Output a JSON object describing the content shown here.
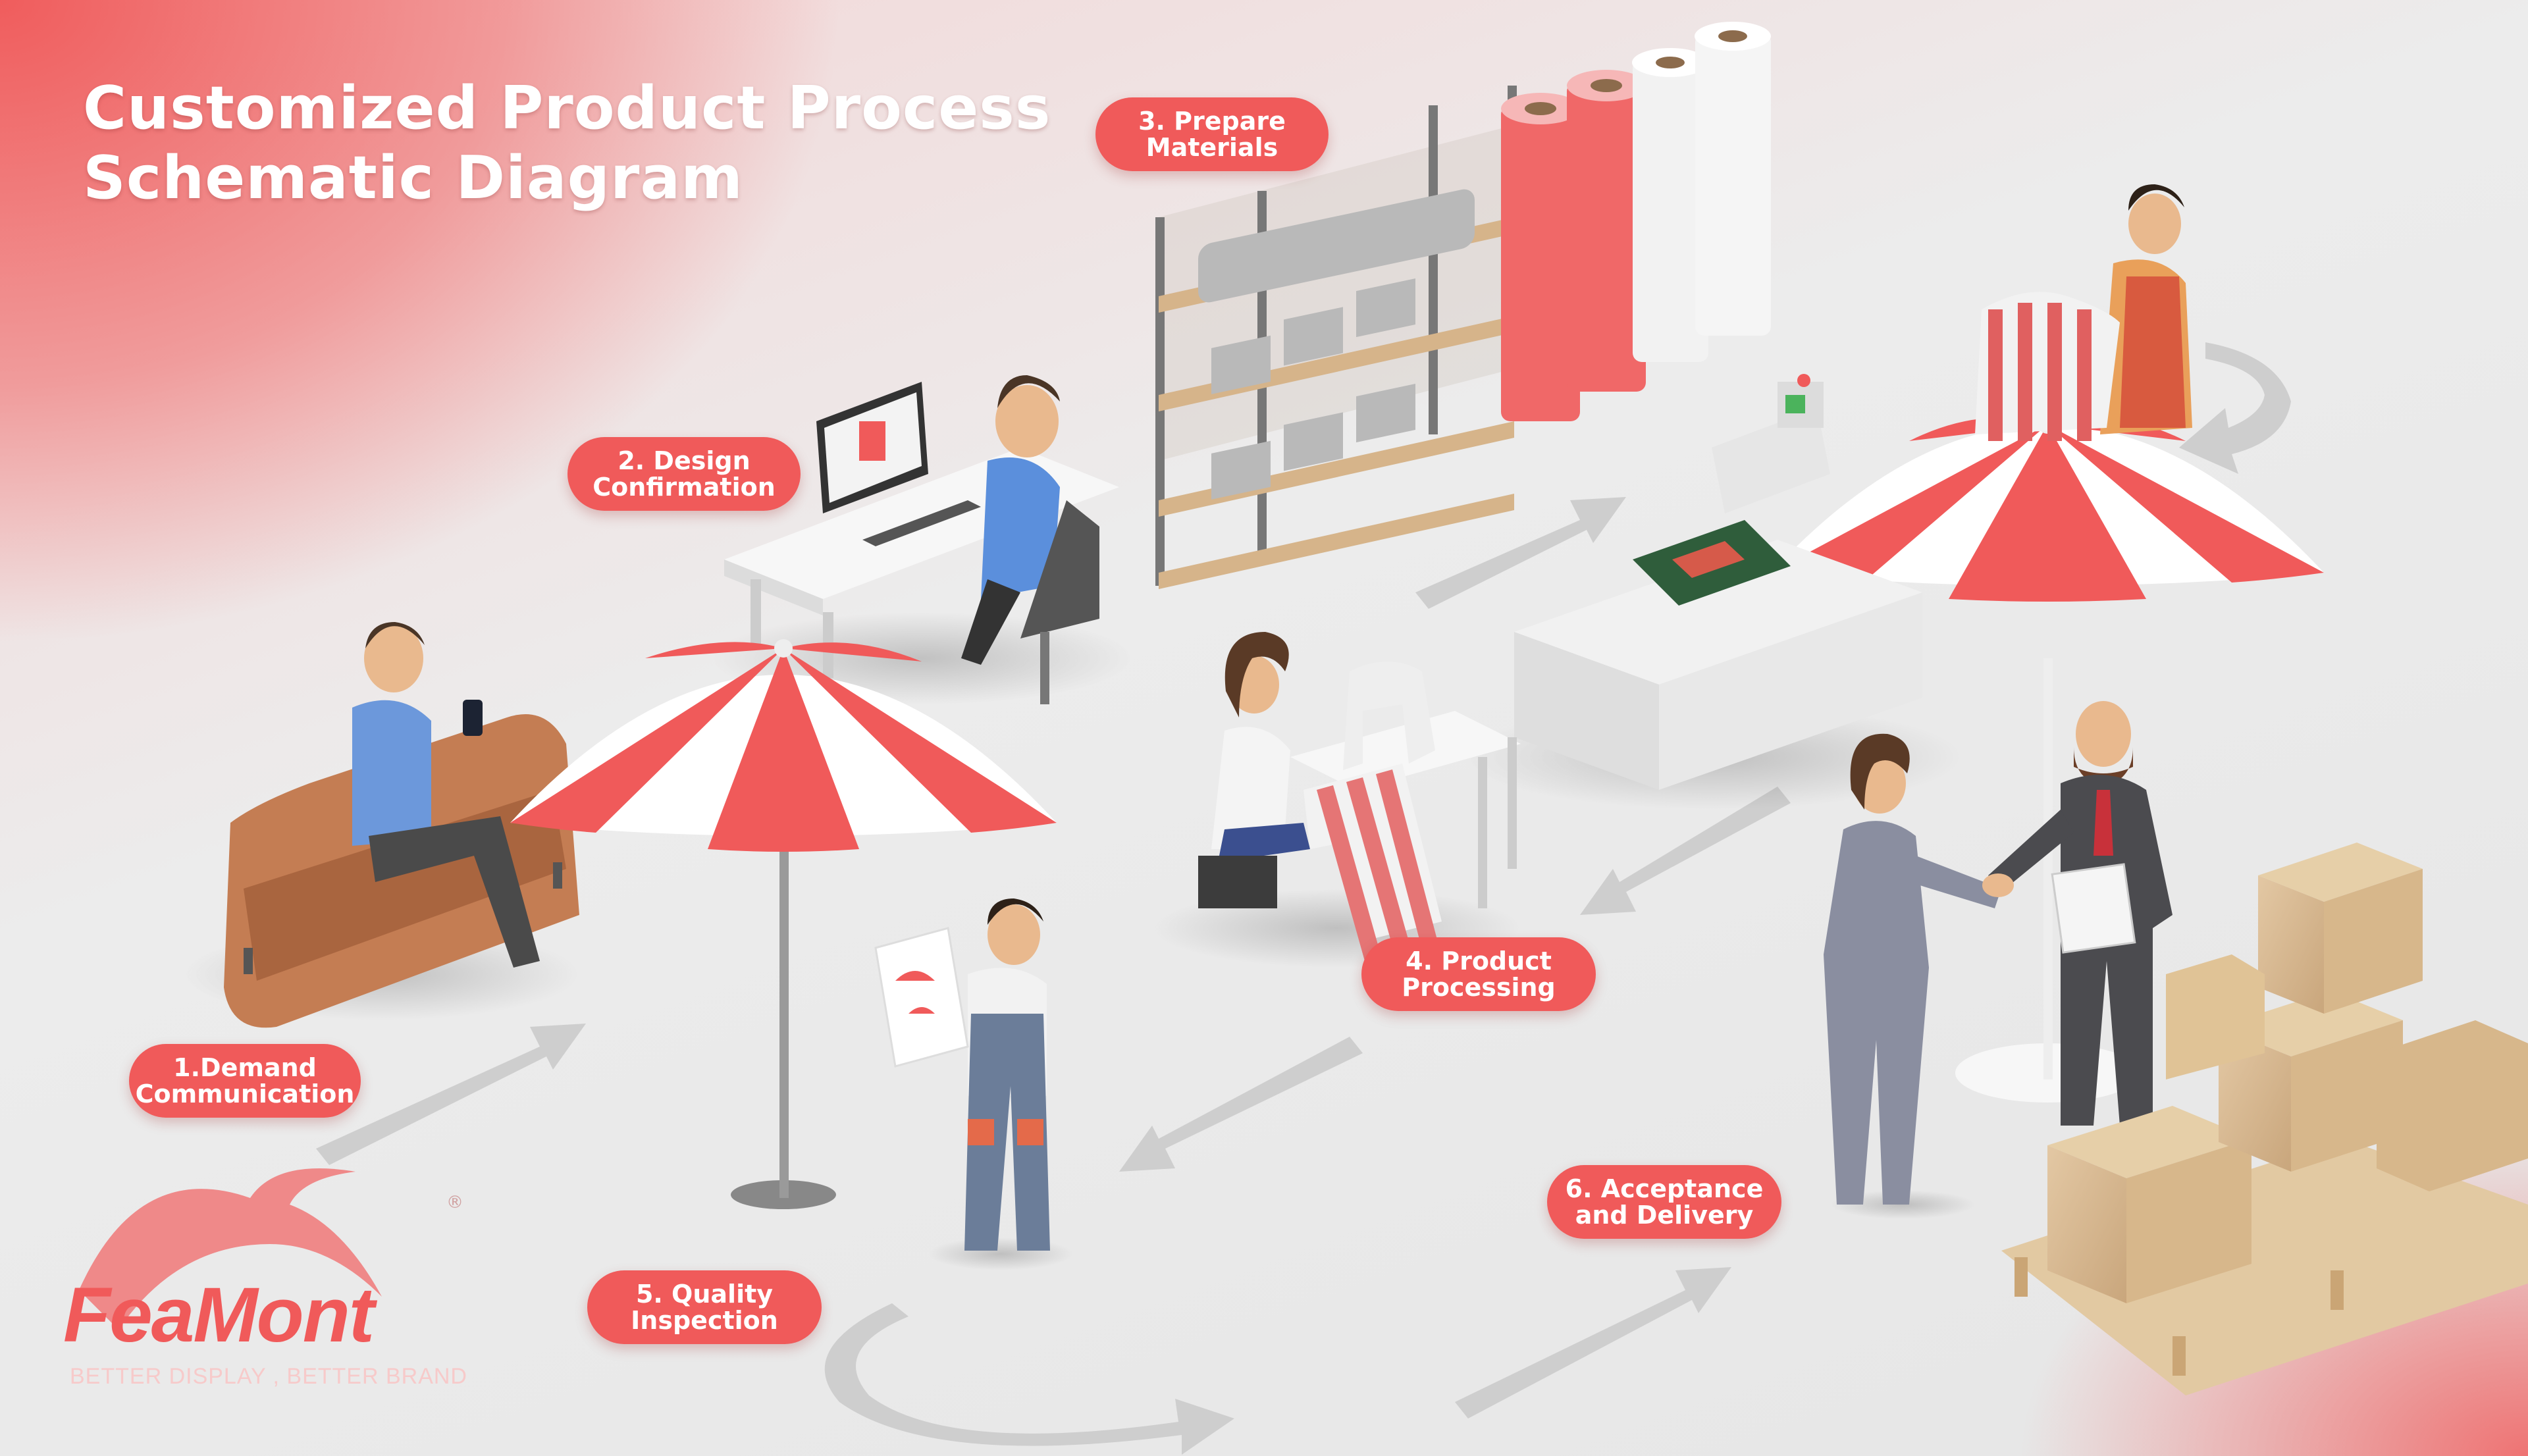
{
  "title": {
    "line1": "Customized Product Process",
    "line2": "Schematic Diagram"
  },
  "steps": [
    {
      "line1": "1.Demand",
      "line2": "Communication"
    },
    {
      "line1": "2. Design",
      "line2": "Confirmation"
    },
    {
      "line1": "3. Prepare",
      "line2": "Materials"
    },
    {
      "line1": "4. Product",
      "line2": "Processing"
    },
    {
      "line1": "5. Quality",
      "line2": "Inspection"
    },
    {
      "line1": "6. Acceptance",
      "line2": "and Delivery"
    }
  ],
  "logo": {
    "name": "FeaMont",
    "tagline": "BETTER DISPLAY , BETTER BRAND",
    "mark": "®"
  },
  "colors": {
    "accent": "#f05a5a",
    "arrow": "#c9c9c9",
    "white": "#ffffff"
  }
}
